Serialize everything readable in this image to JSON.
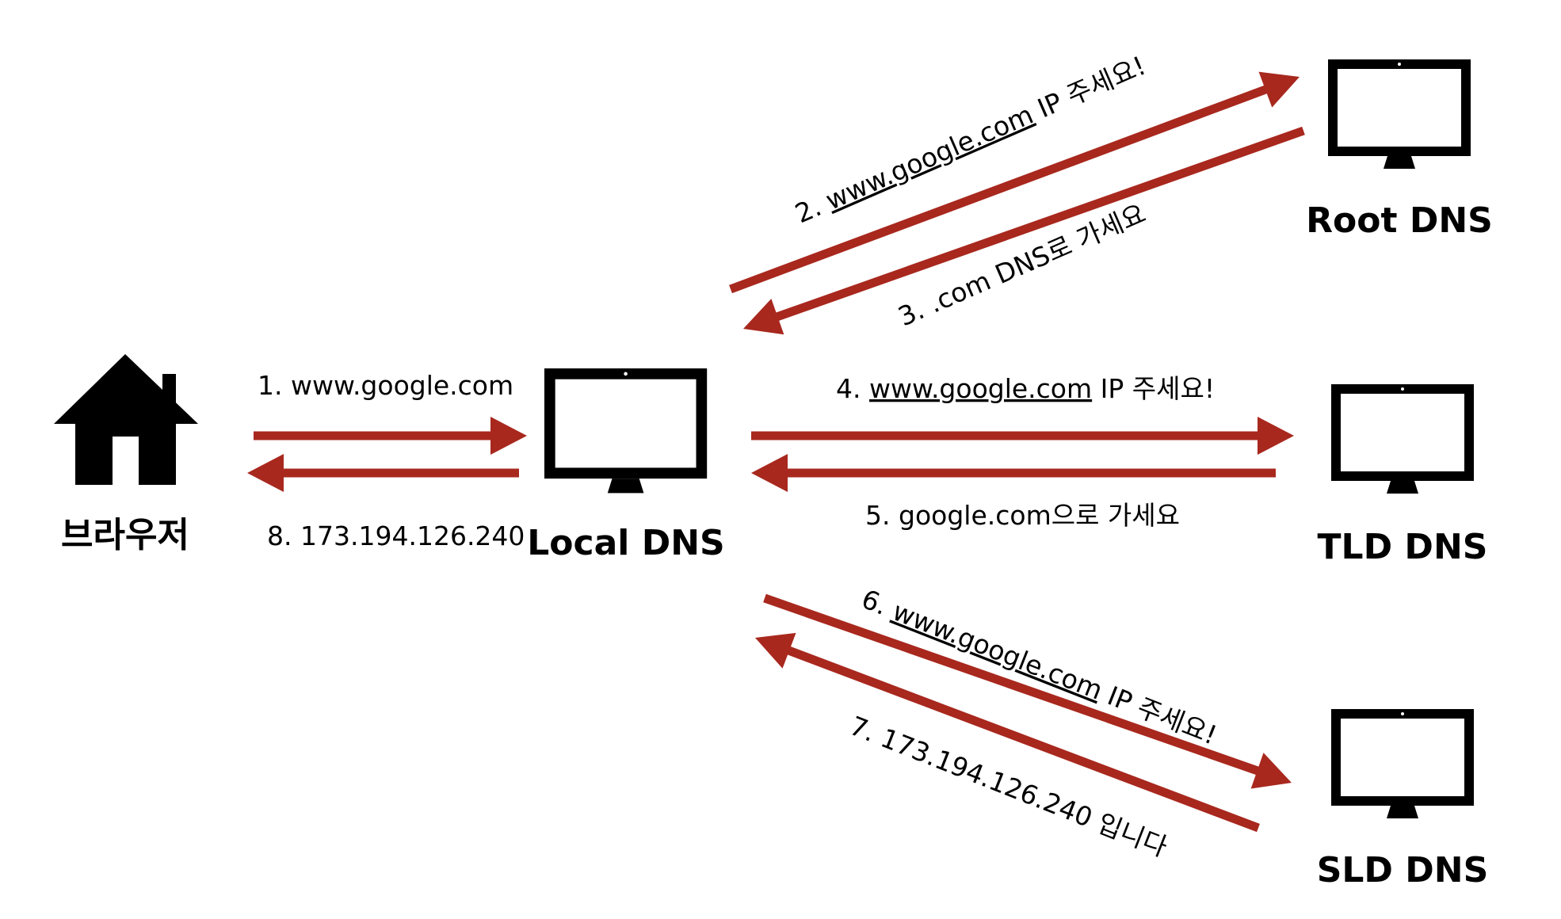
{
  "colors": {
    "arrow": "#a8281e",
    "icon": "#000000",
    "background": "#ffffff"
  },
  "nodes": {
    "browser": {
      "label": "브라우저",
      "icon": "house-icon"
    },
    "local_dns": {
      "label": "Local DNS",
      "icon": "monitor-icon"
    },
    "root_dns": {
      "label": "Root DNS",
      "icon": "monitor-icon"
    },
    "tld_dns": {
      "label": "TLD DNS",
      "icon": "monitor-icon"
    },
    "sld_dns": {
      "label": "SLD DNS",
      "icon": "monitor-icon"
    }
  },
  "messages": [
    {
      "step": "1.",
      "text": "www.google.com",
      "suffix": ""
    },
    {
      "step": "2.",
      "text": "www.google.com",
      "suffix": " IP 주세요!"
    },
    {
      "step": "3.",
      "text": ".com DNS로 가세요",
      "suffix": ""
    },
    {
      "step": "4.",
      "text": "www.google.com",
      "suffix": " IP 주세요!"
    },
    {
      "step": "5.",
      "text": "google.com으로 가세요",
      "suffix": ""
    },
    {
      "step": "6.",
      "text": "www.google.com",
      "suffix": " IP 주세요!"
    },
    {
      "step": "7.",
      "text": "173.194.126.240 입니다",
      "suffix": ""
    },
    {
      "step": "8.",
      "text": "173.194.126.240",
      "suffix": ""
    }
  ]
}
